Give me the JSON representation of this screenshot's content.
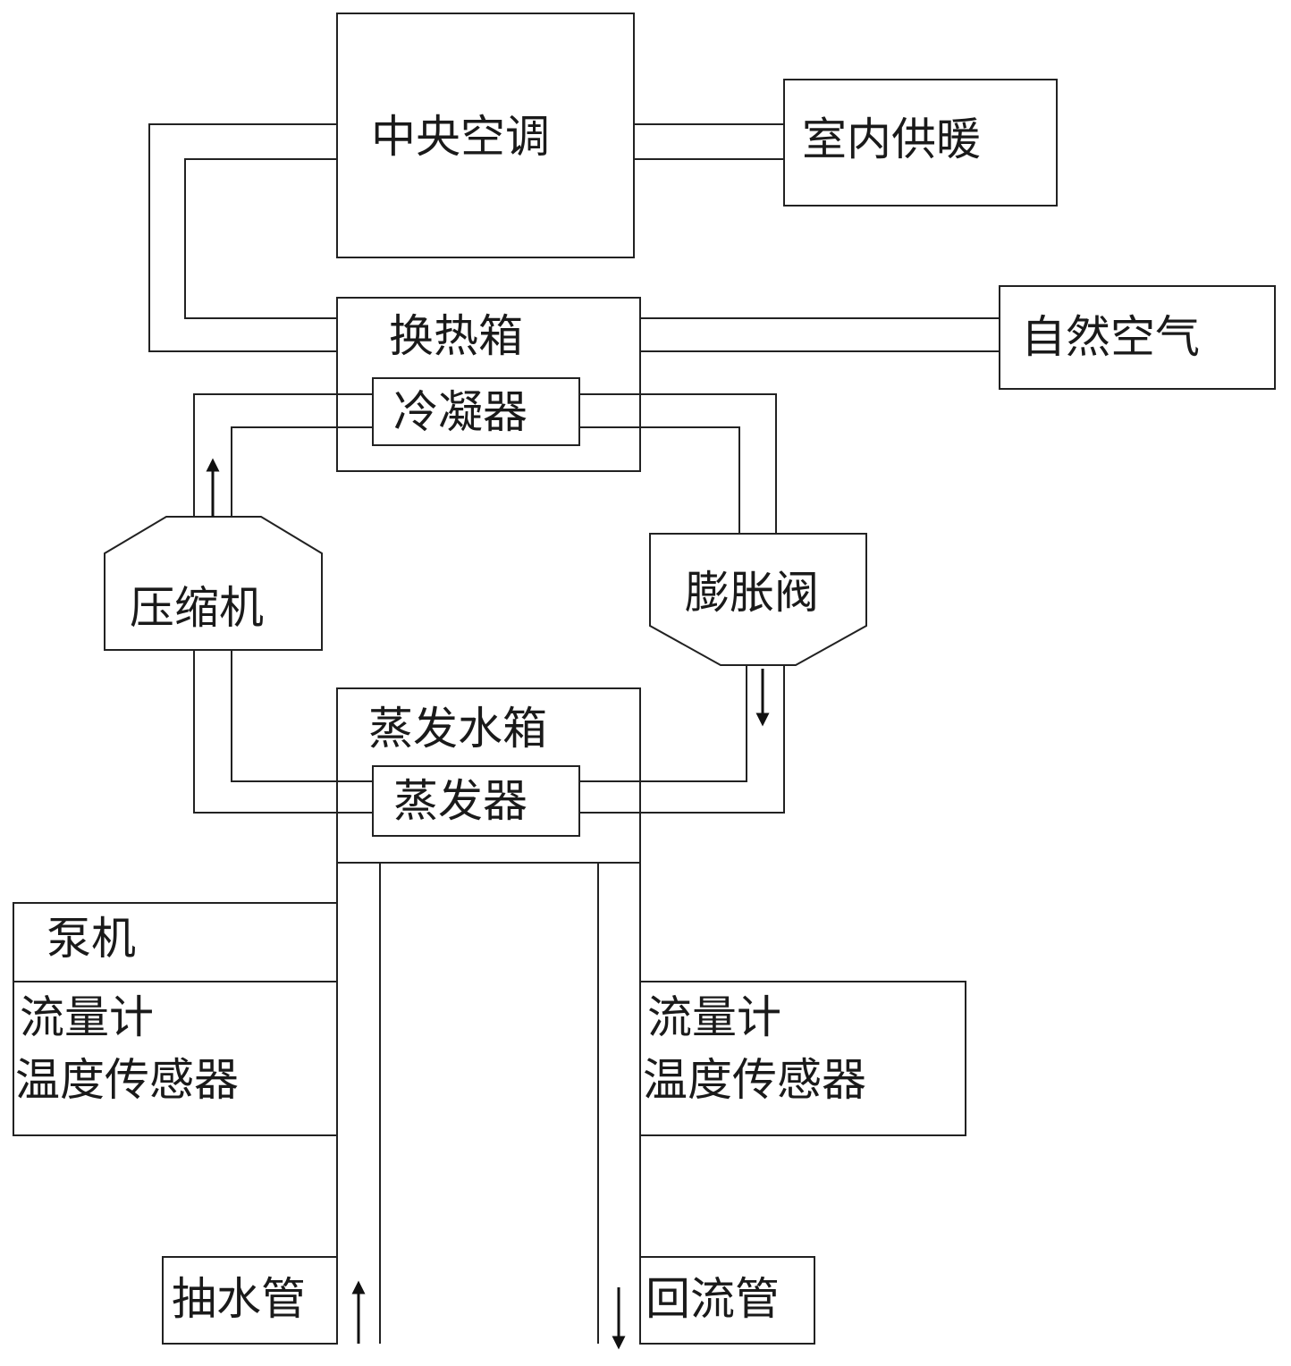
{
  "labels": {
    "central_ac": "中央空调",
    "indoor_heating": "室内供暖",
    "heat_exchange_box": "换热箱",
    "natural_air": "自然空气",
    "condenser": "冷凝器",
    "compressor": "压缩机",
    "expansion_valve": "膨胀阀",
    "evaporation_tank": "蒸发水箱",
    "evaporator": "蒸发器",
    "pump": "泵机",
    "left_flowmeter": "流量计",
    "left_temp_sensor": "温度传感器",
    "right_flowmeter": "流量计",
    "right_temp_sensor": "温度传感器",
    "suction_pipe": "抽水管",
    "return_pipe": "回流管"
  }
}
